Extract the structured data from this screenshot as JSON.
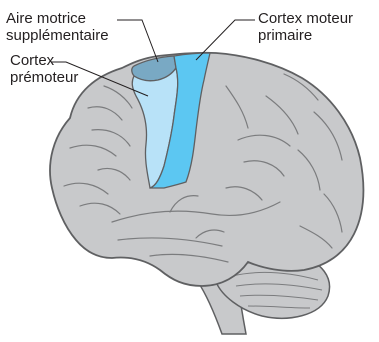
{
  "labels": {
    "supplementary_motor_area": {
      "line1": "Aire motrice",
      "line2": "supplémentaire"
    },
    "primary_motor_cortex": {
      "line1": "Cortex moteur",
      "line2": "primaire"
    },
    "premotor_cortex": {
      "line1": "Cortex",
      "line2": "prémoteur"
    }
  },
  "colors": {
    "brain_fill": "#c8c9cb",
    "brain_outline": "#5f6062",
    "sulci": "#7b7c7e",
    "premotor_fill": "#b8e2f8",
    "primary_motor_fill": "#5cc7f2",
    "supplementary_motor_fill": "#79a9c4",
    "leader_line": "#231f20"
  }
}
